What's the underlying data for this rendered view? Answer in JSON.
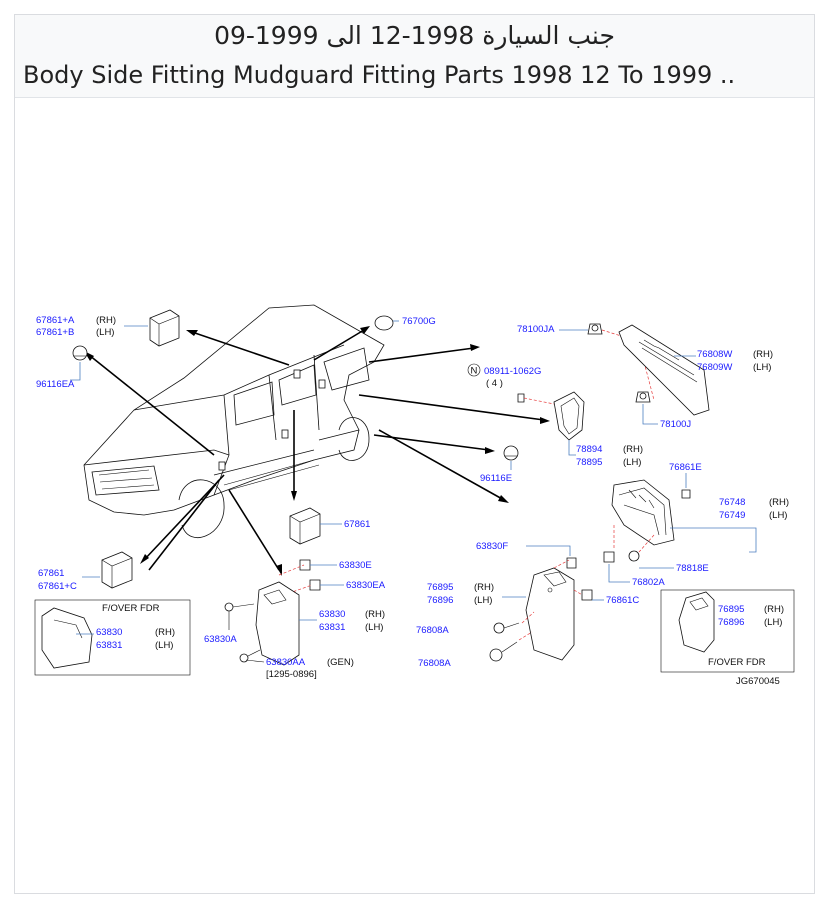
{
  "header": {
    "title_ar": "جنب السيارة 1998-12 الى 1999-09",
    "title_en": "Body Side Fitting Mudguard Fitting Parts 1998 12 To 1999 .."
  },
  "labels": {
    "p67861A": "67861+A",
    "p67861B": "67861+B",
    "rh1": "(RH)",
    "lh1": "(LH)",
    "p96116EA": "96116EA",
    "p76700G": "76700G",
    "p78100JA": "78100JA",
    "p08911": "08911-1062G",
    "n_mark": "N",
    "qty4": "( 4 )",
    "p76808W": "76808W",
    "p76809W": "76809W",
    "rh2": "(RH)",
    "lh2": "(LH)",
    "p78100J": "78100J",
    "p78894": "78894",
    "p78895": "78895",
    "rh3": "(RH)",
    "lh3": "(LH)",
    "p96116E": "96116E",
    "p76861E": "76861E",
    "p76748": "76748",
    "p76749": "76749",
    "rh4": "(RH)",
    "lh4": "(LH)",
    "p67861": "67861",
    "p63830F": "63830F",
    "p78818E": "78818E",
    "p76802A": "76802A",
    "p63830E": "63830E",
    "p63830EA": "63830EA",
    "p67861b": "67861",
    "p67861C": "67861+C",
    "fover1": "F/OVER   FDR",
    "p63830": "63830",
    "p63831": "63831",
    "rh5": "(RH)",
    "lh5": "(LH)",
    "p63830b": "63830",
    "p63831b": "63831",
    "rh6": "(RH)",
    "lh6": "(LH)",
    "p63830A": "63830A",
    "p63830AA": "63830AA",
    "gen": "(GEN)",
    "date": "[1295-0896]",
    "p76895": "76895",
    "p76896": "76896",
    "rh7": "(RH)",
    "lh7": "(LH)",
    "p76861C": "76861C",
    "p76808A1": "76808A",
    "p76808A2": "76808A",
    "p76895b": "76895",
    "p76896b": "76896",
    "rh8": "(RH)",
    "lh8": "(LH)",
    "fover2": "F/OVER   FDR",
    "code": "JG670045"
  }
}
